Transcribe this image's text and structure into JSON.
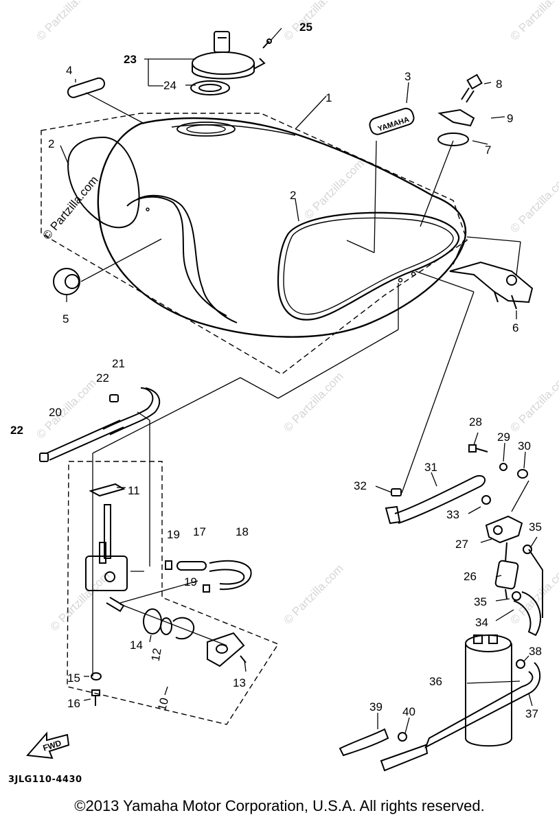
{
  "diagram_code": "3JLG110-4430",
  "copyright": "©2013 Yamaha Motor Corporation, U.S.A. All rights reserved.",
  "watermark": "© Partzilla.com",
  "fwd_label": "FWD",
  "emblem_text": "YAMAHA",
  "parts": {
    "p1": "1",
    "p2": "2",
    "p3": "3",
    "p4": "4",
    "p5": "5",
    "p6": "6",
    "p7": "7",
    "p8": "8",
    "p9": "9",
    "p10": "10",
    "p11": "11",
    "p12": "12",
    "p13": "13",
    "p14": "14",
    "p15": "15",
    "p16": "16",
    "p17": "17",
    "p18": "18",
    "p19": "19",
    "p20": "20",
    "p21": "21",
    "p22": "22",
    "p23": "23",
    "p24": "24",
    "p25": "25",
    "p26": "26",
    "p27": "27",
    "p28": "28",
    "p29": "29",
    "p30": "30",
    "p31": "31",
    "p32": "32",
    "p33": "33",
    "p34": "34",
    "p35": "35",
    "p36": "36",
    "p37": "37",
    "p38": "38",
    "p39": "39",
    "p40": "40"
  }
}
